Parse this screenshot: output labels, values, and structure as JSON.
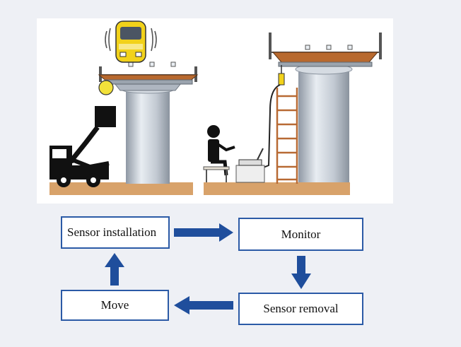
{
  "flow": {
    "steps": {
      "sensor_installation": "Sensor installation",
      "monitor": "Monitor",
      "sensor_removal": "Sensor removal",
      "move": "Move"
    }
  },
  "colors": {
    "box_border": "#2b5aa6",
    "arrow": "#1f4e9c",
    "ground": "#d8a26a",
    "pier_cap": "#b8692e",
    "column": "#c4ccd6",
    "ladder": "#b86a34",
    "sensor": "#f2d21a"
  },
  "icons": [
    "train-icon",
    "sensor-icon",
    "bucket-truck-icon",
    "worker-icon",
    "laptop-icon",
    "ladder-icon"
  ]
}
